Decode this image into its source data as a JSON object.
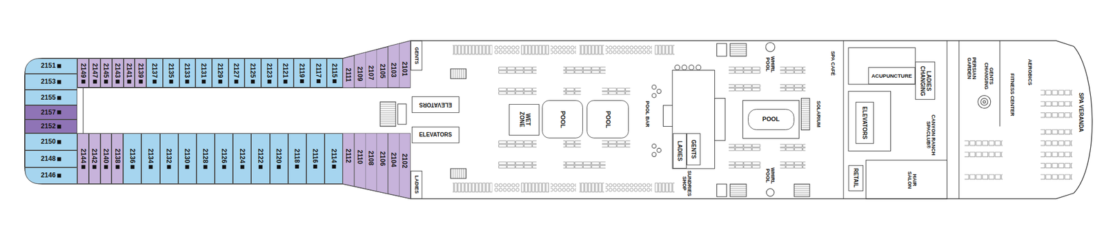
{
  "diagram": {
    "nodes": [
      {
        "text": [
          "2151"
        ]
      },
      {
        "text": [
          "2153"
        ]
      },
      {
        "text": [
          "2155"
        ]
      },
      {
        "text": [
          "2157"
        ]
      },
      {
        "text": [
          "2152"
        ]
      },
      {
        "text": [
          "2150"
        ]
      },
      {
        "text": [
          "2148"
        ]
      },
      {
        "text": [
          "2146"
        ]
      },
      {
        "text": [
          "2149"
        ]
      },
      {
        "text": [
          "2147"
        ]
      },
      {
        "text": [
          "2145"
        ]
      },
      {
        "text": [
          "2143"
        ]
      },
      {
        "text": [
          "2141"
        ]
      },
      {
        "text": [
          "2139"
        ]
      },
      {
        "text": [
          "2137"
        ]
      },
      {
        "text": [
          "2135"
        ]
      },
      {
        "text": [
          "2133"
        ]
      },
      {
        "text": [
          "2131"
        ]
      },
      {
        "text": [
          "2129"
        ]
      },
      {
        "text": [
          "2127"
        ]
      },
      {
        "text": [
          "2125"
        ]
      },
      {
        "text": [
          "2123"
        ]
      },
      {
        "text": [
          "2121"
        ]
      },
      {
        "text": [
          "2119"
        ]
      },
      {
        "text": [
          "2117"
        ]
      },
      {
        "text": [
          "2115"
        ]
      },
      {
        "text": [
          "2111"
        ]
      },
      {
        "text": [
          "2109"
        ]
      },
      {
        "text": [
          "2107"
        ]
      },
      {
        "text": [
          "2105"
        ]
      },
      {
        "text": [
          "2103"
        ]
      },
      {
        "text": [
          "2101"
        ]
      },
      {
        "text": [
          "GENTS"
        ]
      },
      {
        "text": [
          "2144"
        ]
      },
      {
        "text": [
          "2142"
        ]
      },
      {
        "text": [
          "2140"
        ]
      },
      {
        "text": [
          "2138"
        ]
      },
      {
        "text": [
          "2136"
        ]
      },
      {
        "text": [
          "2134"
        ]
      },
      {
        "text": [
          "2132"
        ]
      },
      {
        "text": [
          "2130"
        ]
      },
      {
        "text": [
          "2128"
        ]
      },
      {
        "text": [
          "2126"
        ]
      },
      {
        "text": [
          "2124"
        ]
      },
      {
        "text": [
          "2122"
        ]
      },
      {
        "text": [
          "2120"
        ]
      },
      {
        "text": [
          "2118"
        ]
      },
      {
        "text": [
          "2116"
        ]
      },
      {
        "text": [
          "2114"
        ]
      },
      {
        "text": [
          "2112"
        ]
      },
      {
        "text": [
          "2110"
        ]
      },
      {
        "text": [
          "2108"
        ]
      },
      {
        "text": [
          "2106"
        ]
      },
      {
        "text": [
          "2104"
        ]
      },
      {
        "text": [
          "2102"
        ]
      },
      {
        "text": [
          "LADIES"
        ]
      },
      {
        "text": [
          "ELEVATORS"
        ]
      },
      {
        "text": [
          "ELEVATORS"
        ]
      },
      {
        "text": [
          "WET ZONE"
        ]
      },
      {
        "text": [
          "POOL"
        ]
      },
      {
        "text": [
          "POOL"
        ]
      },
      {
        "text": [
          "LADIES"
        ]
      },
      {
        "text": [
          "GENTS"
        ]
      },
      {
        "text": [
          "POOL"
        ]
      },
      {
        "text": [
          "ACUPUNCTURE"
        ]
      },
      {
        "text": [
          "LADIES CHANGING"
        ]
      },
      {
        "text": [
          "ELEVATORS"
        ]
      },
      {
        "text": [
          "RETAIL"
        ]
      }
    ],
    "labels": [
      "POOL BAR",
      "WHIRL POOL",
      "WHIRL POOL",
      "SUNDRIES SHOP",
      "SOLARIUM",
      "SPA CAFÉ",
      "CANYON RANCH SPACLUB®",
      "HAIR SALON",
      "PERSIAN GARDEN",
      "GENTS CHANGING",
      "FITNESS CENTER",
      "AEROBICS",
      "SPA VERANDA"
    ]
  }
}
